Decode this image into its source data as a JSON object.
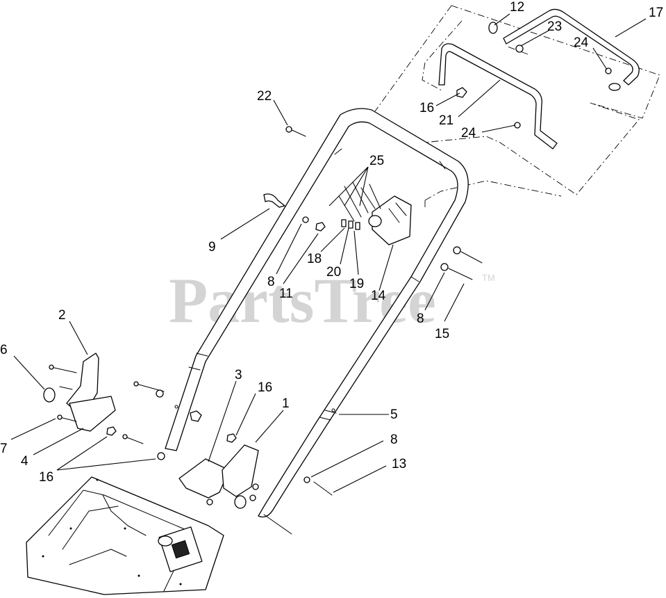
{
  "watermark": {
    "text": "PartsTree",
    "trademark": "TM"
  },
  "callouts": [
    {
      "id": "c12",
      "text": "12"
    },
    {
      "id": "c17",
      "text": "17"
    },
    {
      "id": "c23",
      "text": "23"
    },
    {
      "id": "c24a",
      "text": "24"
    },
    {
      "id": "c16a",
      "text": "16"
    },
    {
      "id": "c21",
      "text": "21"
    },
    {
      "id": "c24b",
      "text": "24"
    },
    {
      "id": "c22",
      "text": "22"
    },
    {
      "id": "c25",
      "text": "25"
    },
    {
      "id": "c9",
      "text": "9"
    },
    {
      "id": "c18",
      "text": "18"
    },
    {
      "id": "c20",
      "text": "20"
    },
    {
      "id": "c19",
      "text": "19"
    },
    {
      "id": "c14",
      "text": "14"
    },
    {
      "id": "c8a",
      "text": "8"
    },
    {
      "id": "c11",
      "text": "11"
    },
    {
      "id": "c8b",
      "text": "8"
    },
    {
      "id": "c15",
      "text": "15"
    },
    {
      "id": "c2",
      "text": "2"
    },
    {
      "id": "c6",
      "text": "6"
    },
    {
      "id": "c3",
      "text": "3"
    },
    {
      "id": "c16b",
      "text": "16"
    },
    {
      "id": "c1",
      "text": "1"
    },
    {
      "id": "c5",
      "text": "5"
    },
    {
      "id": "c7",
      "text": "7"
    },
    {
      "id": "c4",
      "text": "4"
    },
    {
      "id": "c16c",
      "text": "16"
    },
    {
      "id": "c8c",
      "text": "8"
    },
    {
      "id": "c13",
      "text": "13"
    }
  ]
}
